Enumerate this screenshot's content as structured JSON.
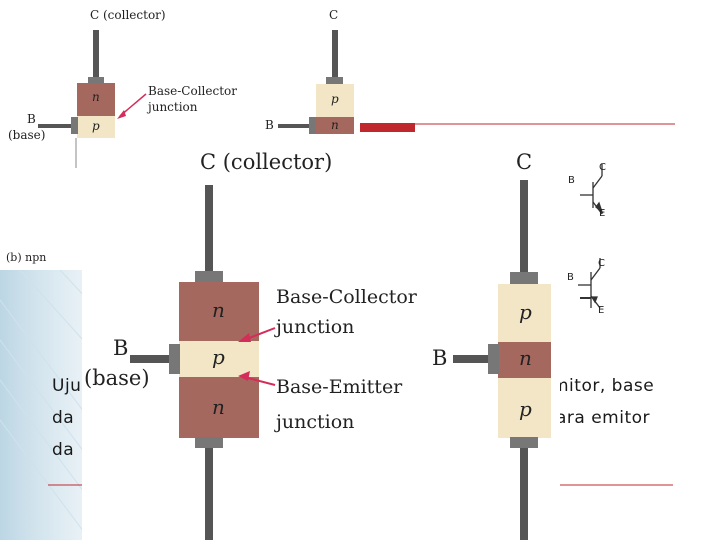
{
  "small_npn": {
    "collector": "C (collector)",
    "layer_top": "n",
    "layer_mid": "p",
    "base": "B",
    "base_sub": "(base)",
    "junction_line1": "Base-Collector",
    "junction_line2": "junction"
  },
  "small_pnp": {
    "collector": "C",
    "layer_top": "p",
    "layer_mid": "n",
    "base": "B"
  },
  "caption": "(b) npn",
  "large_npn": {
    "collector": "C (collector)",
    "layer_top": "n",
    "layer_mid": "p",
    "layer_bot": "n",
    "base": "B",
    "base_sub": "(base)",
    "bc_line1": "Base-Collector",
    "bc_line2": "junction",
    "be_line1": "Base-Emitter",
    "be_line2": "junction"
  },
  "large_pnp": {
    "collector": "C",
    "layer_top": "p",
    "layer_mid": "n",
    "layer_bot": "p",
    "base": "B"
  },
  "symbol_npn": {
    "b": "B",
    "c": "C",
    "e": "E"
  },
  "symbol_pnp": {
    "b": "B",
    "c": "C",
    "e": "E"
  },
  "body_text": {
    "line1_left": "Uju",
    "line1_right": "mitor, base",
    "line2_left": "da",
    "line2_right": "ara emitor",
    "line3_left": "da"
  },
  "colors": {
    "n_layer": "#a5685e",
    "p_layer": "#f2e6c6",
    "lead": "#555555",
    "accent_red": "#c0282d",
    "arrow": "#d42d5a"
  }
}
